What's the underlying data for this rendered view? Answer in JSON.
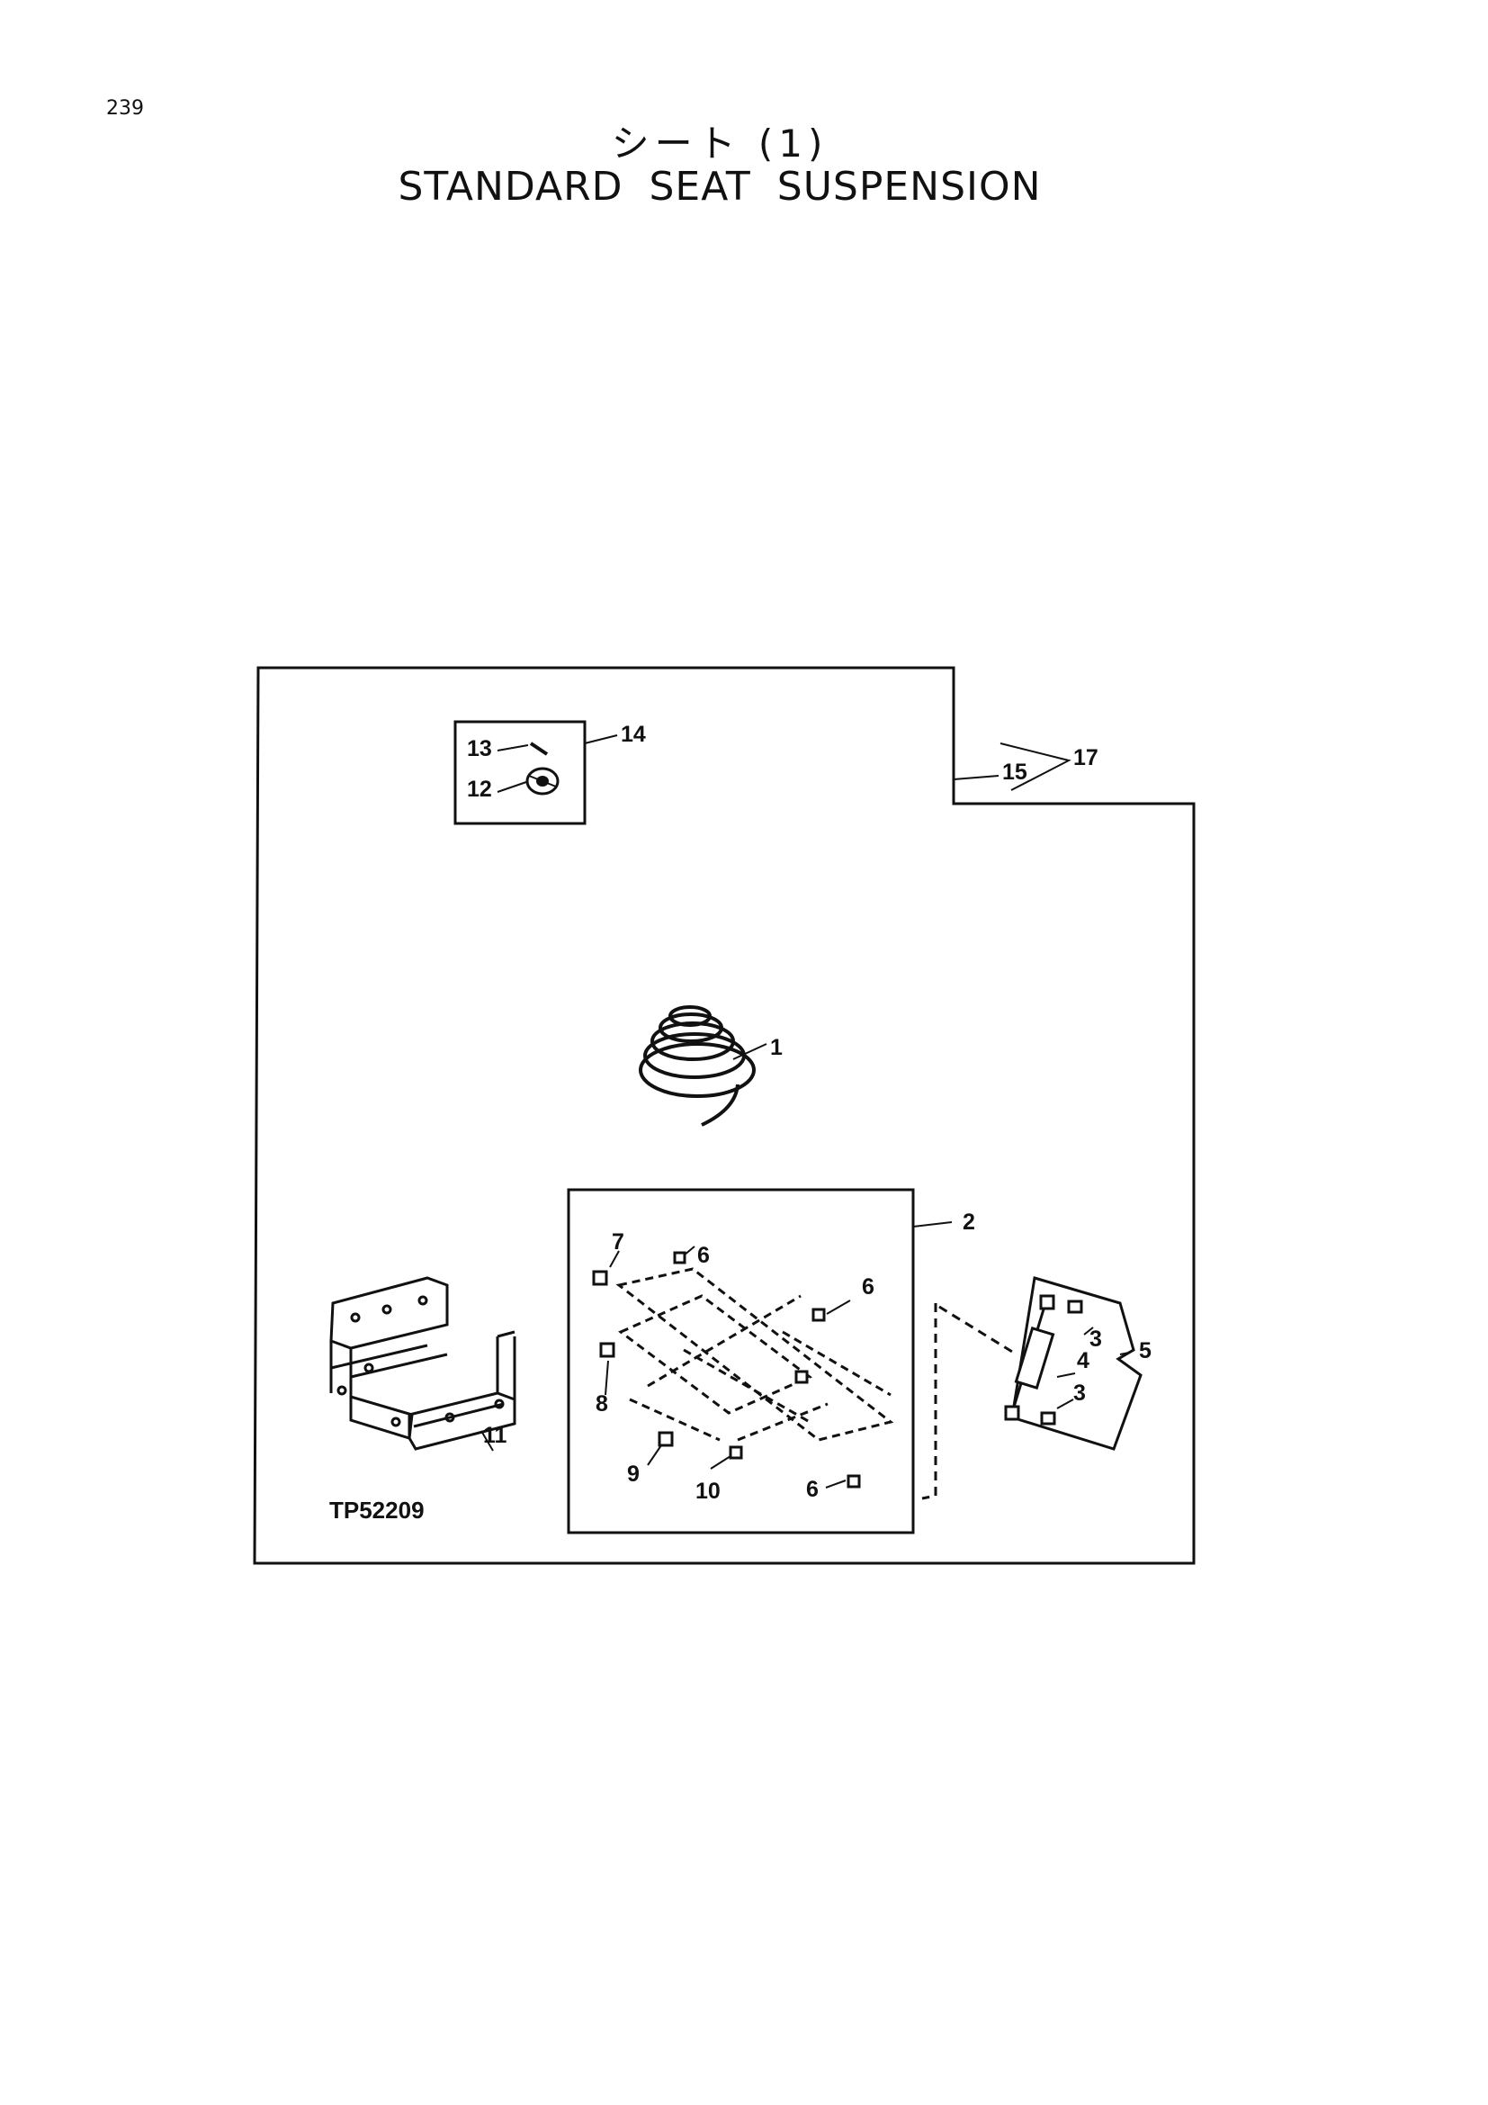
{
  "page": {
    "number": "239",
    "title_jp": "シート (1)",
    "title_en": "STANDARD SEAT SUSPENSION"
  },
  "diagram": {
    "figure_code": "TP52209",
    "callouts": {
      "c1": "1",
      "c2": "2",
      "c3a": "3",
      "c3b": "3",
      "c4": "4",
      "c5": "5",
      "c6a": "6",
      "c6b": "6",
      "c6c": "6",
      "c7": "7",
      "c8": "8",
      "c9": "9",
      "c10": "10",
      "c11": "11",
      "c12": "12",
      "c13": "13",
      "c14": "14",
      "c15": "15",
      "c17": "17"
    }
  }
}
